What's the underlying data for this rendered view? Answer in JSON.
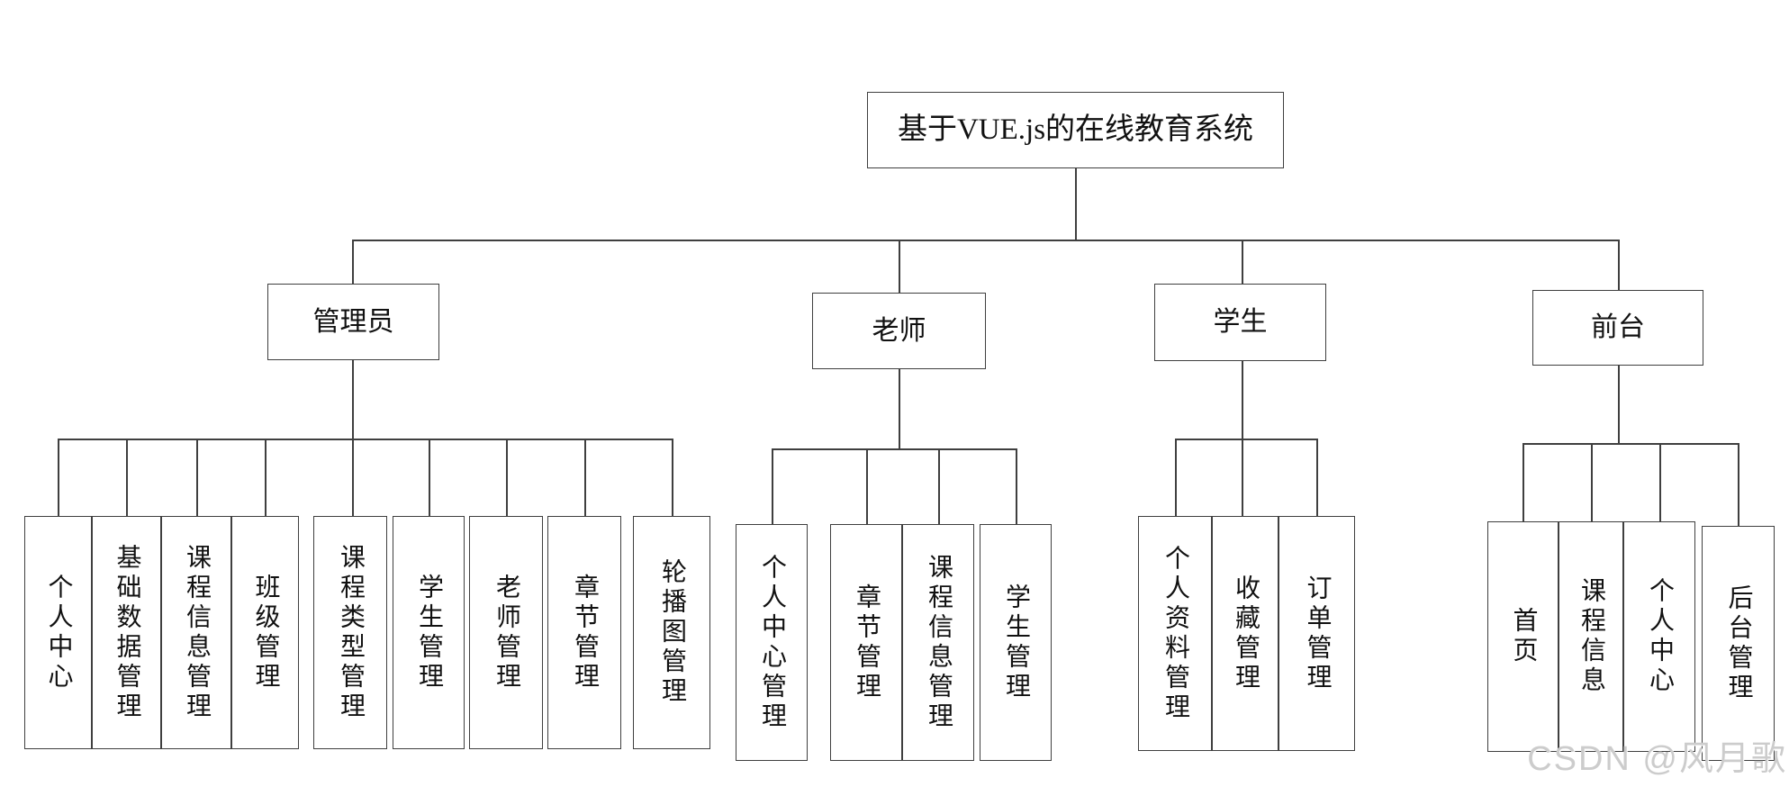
{
  "diagram": {
    "title": "基于VUE.js的在线教育系统",
    "branches": [
      {
        "label": "管理员",
        "children": [
          "个人中心",
          "基础数据管理",
          "课程信息管理",
          "班级管理",
          "课程类型管理",
          "学生管理",
          "老师管理",
          "章节管理",
          "轮播图管理"
        ]
      },
      {
        "label": "老师",
        "children": [
          "个人中心管理",
          "章节管理",
          "课程信息管理",
          "学生管理"
        ]
      },
      {
        "label": "学生",
        "children": [
          "个人资料管理",
          "收藏管理",
          "订单管理"
        ]
      },
      {
        "label": "前台",
        "children": [
          "首页",
          "课程信息",
          "个人中心",
          "后台管理"
        ]
      }
    ]
  },
  "watermark": {
    "text": "CSDN @风月歌"
  },
  "colors": {
    "line": "#3f3f3f",
    "border": "#3f3f3f",
    "background": "#ffffff",
    "watermark": "#cccccc"
  }
}
